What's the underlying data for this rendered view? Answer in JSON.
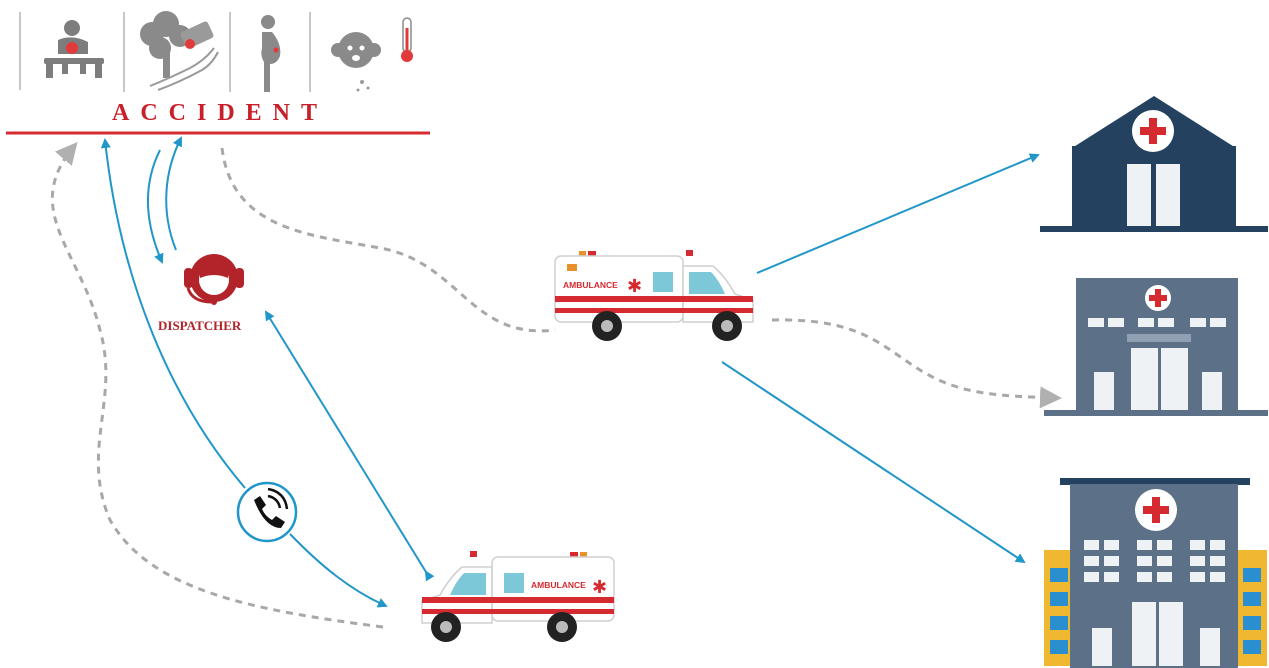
{
  "accident": {
    "title": "ACCIDENT"
  },
  "dispatcher": {
    "label": "DISPATCHER"
  },
  "ambulances": [
    {
      "label": "AMBULANCE"
    },
    {
      "label": "AMBULANCE"
    }
  ],
  "colors": {
    "accent_red": "#c8202a",
    "dispatcher_red": "#b0242a",
    "arrow_blue": "#2196c9",
    "dash_gray": "#a8a8a8",
    "icon_gray": "#8a8a8a",
    "hospital_dark": "#24425f",
    "hospital_mid": "#5c7088",
    "hospital_gold": "#f0b830"
  },
  "icons": [
    "cpr-icon",
    "car-crash-tree-icon",
    "pregnant-woman-icon",
    "sick-child-fever-icon",
    "headset-icon",
    "phone-call-icon",
    "ambulance-icon",
    "hospital-icon"
  ]
}
